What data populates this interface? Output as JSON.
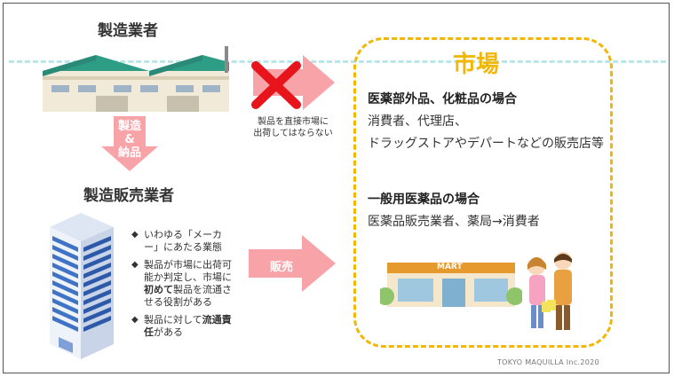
{
  "manufacturer_title": "製造業者",
  "down_arrow_label": {
    "line1": "製造",
    "line2": "&",
    "line3": "納品"
  },
  "seller_title": "製造販売業者",
  "prohibition_note": {
    "line1": "製品を直接市場に",
    "line2": "出荷してはならない"
  },
  "sales_arrow_label": "販売",
  "market": {
    "title": "市場",
    "section1": {
      "heading": "医薬部外品、化粧品の場合",
      "line1": "消費者、代理店、",
      "line2": "ドラッグストアやデパートなどの販売店等"
    },
    "section2": {
      "heading": "一般用医薬品の場合",
      "line1": "医薬品販売業者、薬局→消費者"
    },
    "store_sign": "MART"
  },
  "bullets": [
    {
      "pre": "いわゆる「メーカー」にあたる業態",
      "bold": "",
      "post": ""
    },
    {
      "pre": "製品が市場に出荷可能か判定し、市場に",
      "bold": "初めて",
      "post": "製品を流通させる役割がある"
    },
    {
      "pre": "製品に対して",
      "bold": "流通責任",
      "post": "がある"
    }
  ],
  "footer": "TOKYO MAQUILLA Inc.2020",
  "colors": {
    "arrow_pink": "#f7a3a8",
    "cross_red": "#e8141b",
    "market_border": "#f2b705",
    "building_blue": "#3f73c6"
  }
}
